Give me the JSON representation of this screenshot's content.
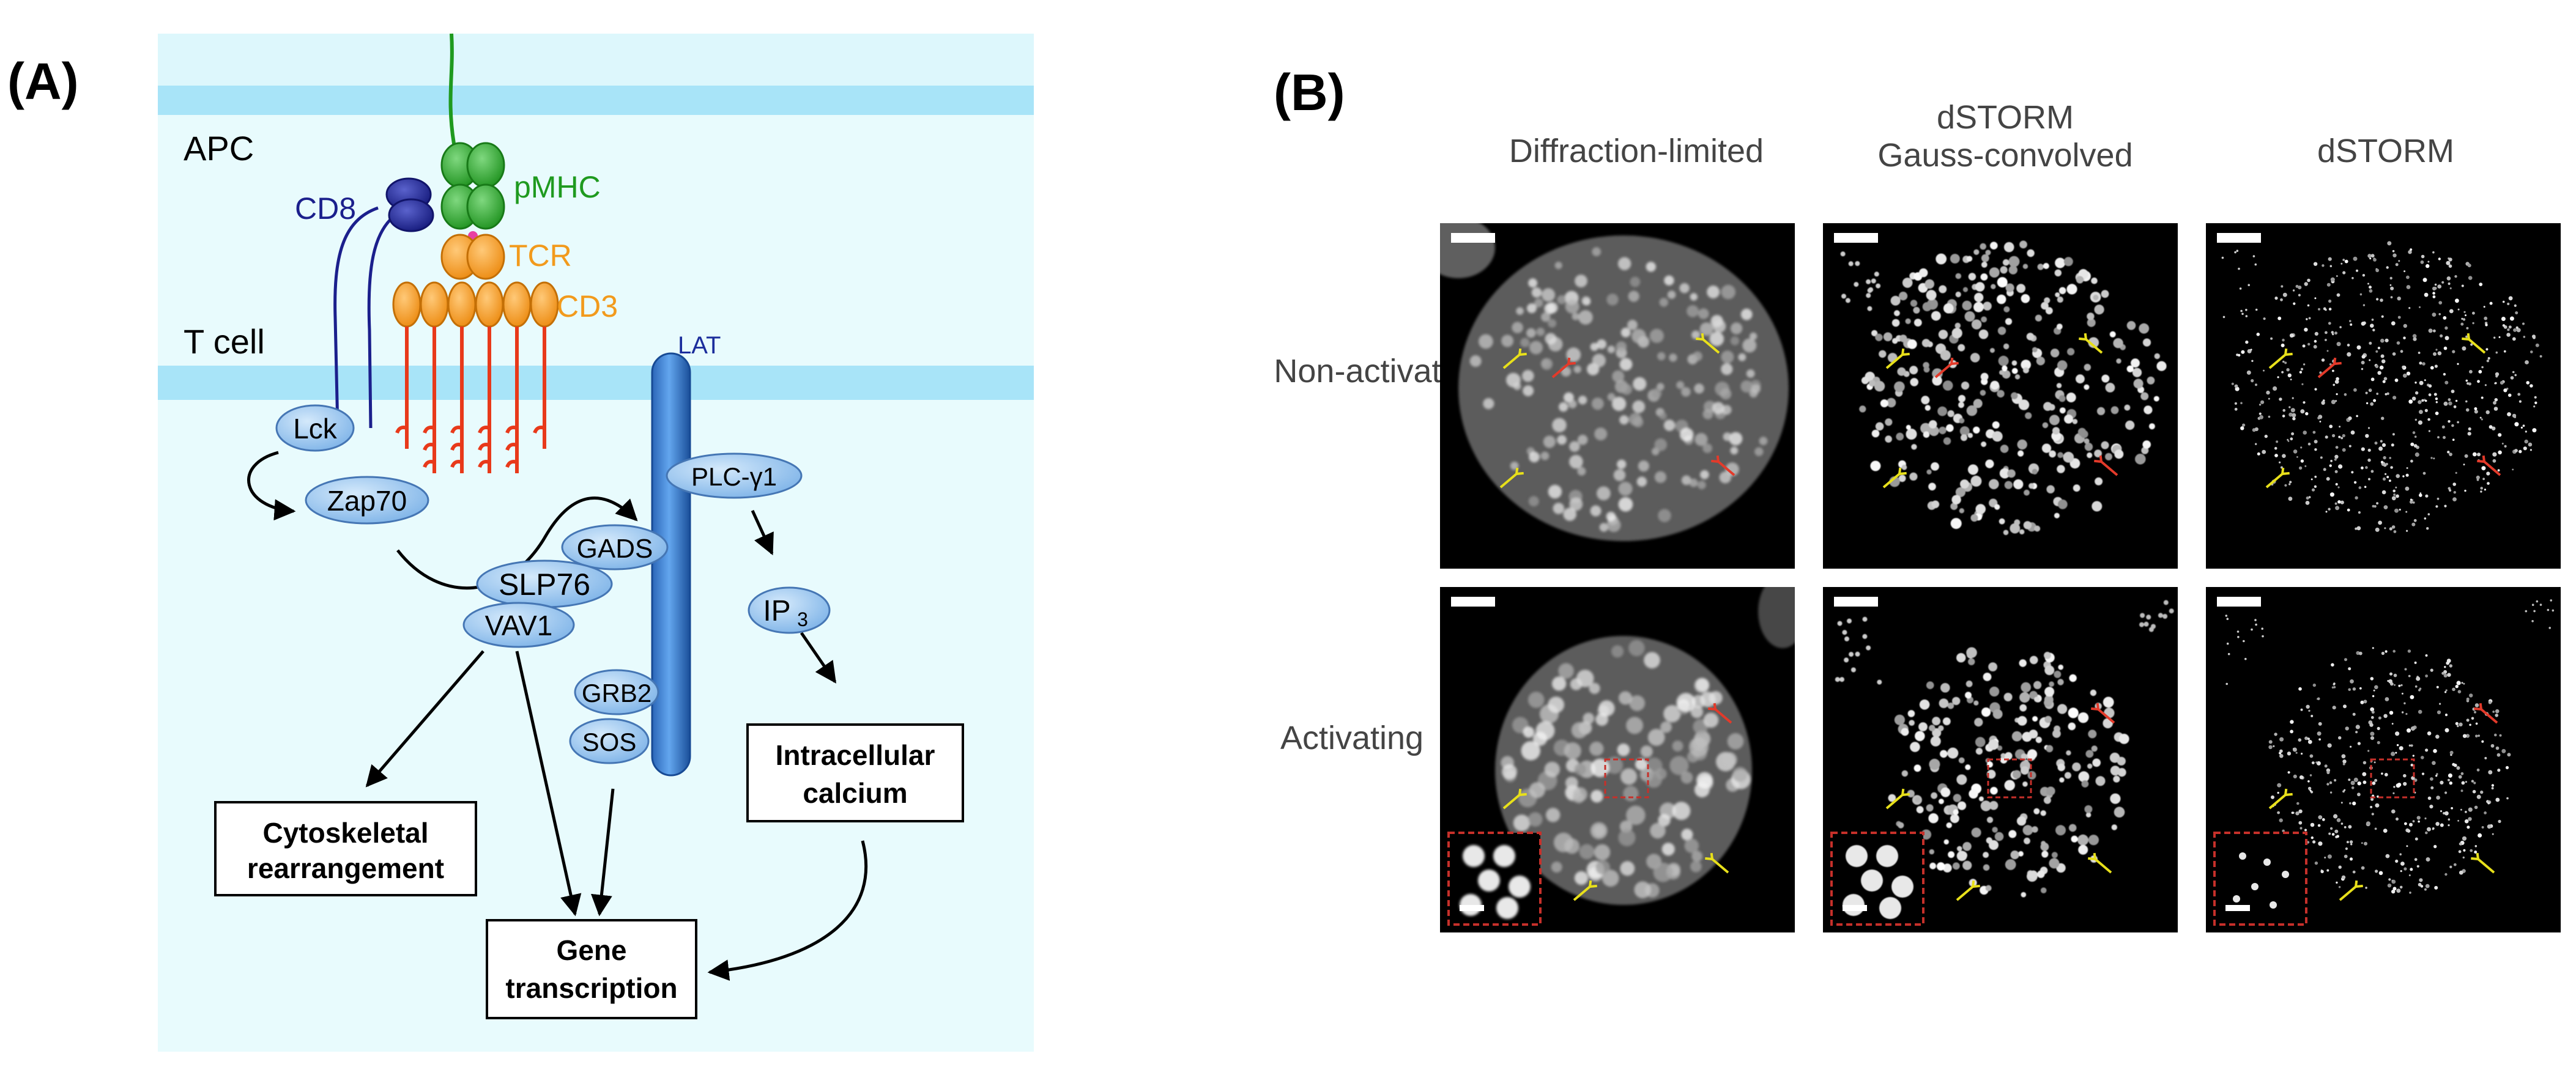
{
  "panel_a": {
    "label": "(A)",
    "apc_label": "APC",
    "tcell_label": "T cell",
    "cd8": "CD8",
    "pmhc": "pMHC",
    "tcr": "TCR",
    "cd3": "CD3",
    "lat": "LAT",
    "proteins": {
      "lck": "Lck",
      "zap70": "Zap70",
      "plc": "PLC-γ1",
      "gads": "GADS",
      "slp76": "SLP76",
      "vav1": "VAV1",
      "ip3_main": "IP",
      "ip3_sub": "3",
      "grb2": "GRB2",
      "sos": "SOS"
    },
    "boxes": {
      "cyto_line1": "Cytoskeletal",
      "cyto_line2": "rearrangement",
      "calcium_line1": "Intracellular",
      "calcium_line2": "calcium",
      "gene_line1": "Gene",
      "gene_line2": "transcription"
    },
    "colors": {
      "membrane": "#a8e4f8",
      "cytoplasm": "#e8fbfd",
      "protein_fill": "#9fcaf2",
      "lat": "#1f72d0",
      "cd8": "#1b1f8c",
      "pmhc": "#2aa82a",
      "cd3": "#f29a1c",
      "itam": "#e8391a"
    }
  },
  "panel_b": {
    "label": "(B)",
    "columns": [
      "Diffraction-limited",
      "dSTORM\nGauss-convolved",
      "dSTORM"
    ],
    "rows": [
      "Non-activating",
      "Activating"
    ]
  }
}
